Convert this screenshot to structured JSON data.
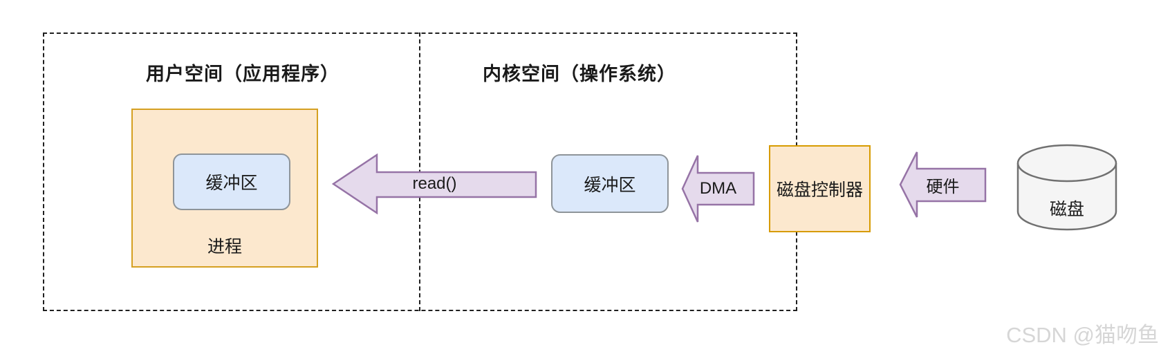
{
  "diagram": {
    "user_space": {
      "title": "用户空间（应用程序）",
      "process": {
        "label": "进程",
        "buffer_label": "缓冲区"
      }
    },
    "kernel_space": {
      "title": "内核空间（操作系统）",
      "buffer_label": "缓冲区"
    },
    "disk_controller": {
      "label": "磁盘控制器"
    },
    "disk": {
      "label": "磁盘"
    },
    "arrows": {
      "read_label": "read()",
      "dma_label": "DMA",
      "hardware_label": "硬件"
    },
    "colors": {
      "orange_fill": "#FCE8CE",
      "orange_border": "#D79B00",
      "blue_fill": "#DBE8FA",
      "blue_border": "#8E9499",
      "arrow_fill": "#E5DAEC",
      "arrow_border": "#9673A6",
      "dashed_border": "#1F1F1F",
      "cylinder_fill": "#F5F5F5",
      "cylinder_border": "#707070"
    }
  },
  "watermark": {
    "text": "CSDN @猫吻鱼"
  }
}
